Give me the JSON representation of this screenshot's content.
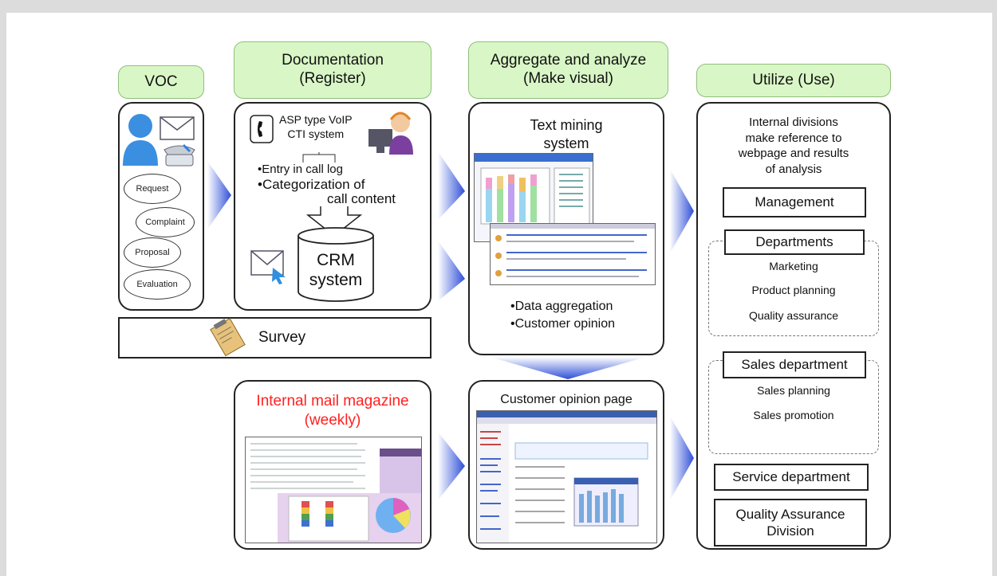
{
  "columns": {
    "voc": {
      "header": "VOC",
      "clouds": [
        "Request",
        "Complaint",
        "Proposal",
        "Evaluation"
      ]
    },
    "documentation": {
      "header": "Documentation\n(Register)",
      "system": "ASP type VoIP\nCTI system",
      "bullet1": "•Entry in call log",
      "bullet2": "•Categorization of",
      "bullet2b": "call content",
      "crm": "CRM\nsystem"
    },
    "survey": {
      "label": "Survey"
    },
    "mail_magazine": {
      "title": "Internal mail magazine\n(weekly)",
      "title_color": "#ff2020"
    },
    "aggregate": {
      "header": "Aggregate and analyze\n(Make visual)",
      "title": "Text mining\nsystem",
      "bullet1": "•Data aggregation",
      "bullet2": "•Customer opinion"
    },
    "opinion_page": {
      "title": "Customer opinion page"
    },
    "utilize": {
      "header": "Utilize (Use)",
      "intro": "Internal divisions\nmake reference to\nwebpage and results\nof analysis",
      "management": "Management",
      "departments": "Departments",
      "dept_items": [
        "Marketing",
        "Product planning",
        "Quality assurance"
      ],
      "sales": "Sales department",
      "sales_items": [
        "Sales planning",
        "Sales promotion"
      ],
      "service": "Service department",
      "qa_division": "Quality Assurance\nDivision"
    }
  },
  "colors": {
    "header_fill": "#d9f7c6",
    "arrow_blue": "#2f4fd8",
    "accent_red": "#ff2020"
  }
}
